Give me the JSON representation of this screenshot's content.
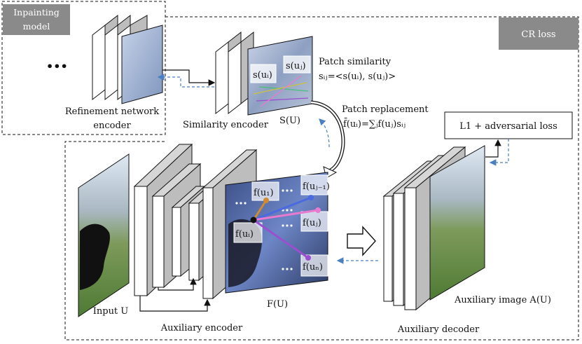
{
  "labels": {
    "inpainting_model": "Inpainting model",
    "cr_loss": "CR loss",
    "refinement_encoder_line1": "Refinement network",
    "refinement_encoder_line2": "encoder",
    "similarity_encoder": "Similarity encoder",
    "s_u": "S(U)",
    "patch_similarity": "Patch similarity",
    "patch_similarity_formula": "sᵢⱼ=<s(uᵢ), s(uⱼ)>",
    "patch_replacement": "Patch replacement",
    "patch_replacement_formula": "f̄(uᵢ)=∑ⱼf(uⱼ)sᵢⱼ",
    "loss_box": "L1 + adversarial loss",
    "input_u": "Input U",
    "f_u": "F(U)",
    "auxiliary_encoder": "Auxiliary encoder",
    "auxiliary_decoder": "Auxiliary decoder",
    "auxiliary_image": "Auxiliary image A(U)",
    "ellipsis": "•••",
    "s_ui": "s(uᵢ)",
    "s_uj": "s(uⱼ)",
    "f_u1": "f(u₁)",
    "f_uj1": "f(uⱼ₋₁)",
    "f_uj": "f(uⱼ)",
    "f_ui": "f(uᵢ)",
    "f_un": "f(uₙ)"
  },
  "colors": {
    "gray_badge": "#8a8a8a",
    "dashed_arrow": "#4a7fc0",
    "purple": "#9a4fd0",
    "pink": "#e87ad0",
    "orange": "#d08a30",
    "blue_dot": "#4a6ae0"
  }
}
